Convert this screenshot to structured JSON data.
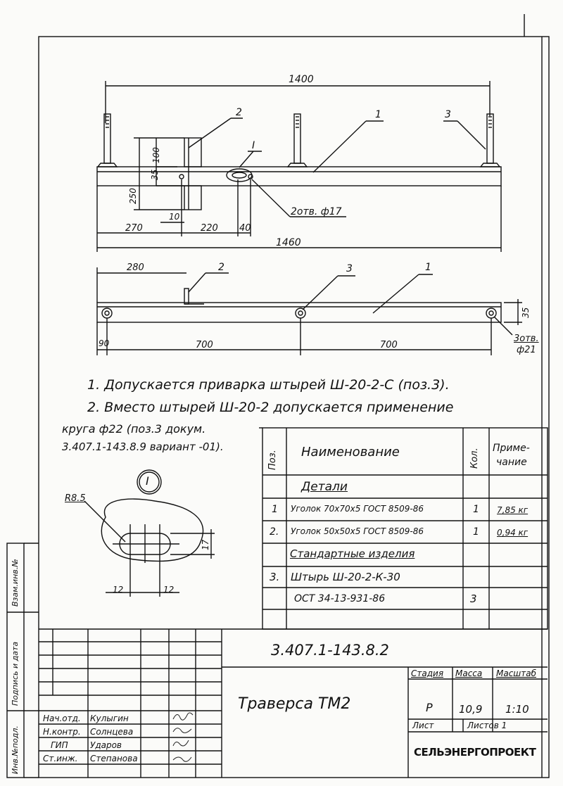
{
  "drawing": {
    "top_view": {
      "overall_length": "1400",
      "pos_labels": [
        "2",
        "1",
        "3"
      ],
      "detail_label": "I",
      "dim_height_100": "100",
      "dim_35": "35",
      "dim_250": "250",
      "dim_10": "10",
      "dim_270": "270",
      "dim_220": "220",
      "dim_40": "40",
      "dim_1460": "1460",
      "holes_note": "2отв. ф17"
    },
    "side_view": {
      "dim_280": "280",
      "pos_labels": [
        "2",
        "3",
        "1"
      ],
      "dim_35": "35",
      "dim_90": "90",
      "dim_700a": "700",
      "dim_700b": "700",
      "holes_note_1": "3отв.",
      "holes_note_2": "ф21"
    },
    "detail": {
      "circle_label": "I",
      "radius": "R8.5",
      "dim_17": "17",
      "dim_12a": "12",
      "dim_12b": "12"
    }
  },
  "notes": {
    "line1": "1. Допускается приварка штырей Ш-20-2-С (поз.3).",
    "line2": "2. Вместо штырей Ш-20-2 допускается применение",
    "line3": "круга ф22 (поз.3 докум.",
    "line4": "3.407.1-143.8.9 вариант -01)."
  },
  "spec_table": {
    "headers": {
      "pos": "Поз.",
      "name": "Наименование",
      "qty": "Кол.",
      "note": "Приме-чание",
      "note_line1": "Приме-",
      "note_line2": "чание"
    },
    "section_details": "Детали",
    "rows": [
      {
        "pos": "1",
        "name": "Уголок 70х70х5 ГОСТ 8509-86",
        "qty": "1",
        "note": "7,85 кг"
      },
      {
        "pos": "2.",
        "name": "Уголок 50х50х5 ГОСТ 8509-86",
        "qty": "1",
        "note": "0,94 кг"
      }
    ],
    "section_standard": "Стандартные изделия",
    "std_rows": [
      {
        "pos": "3.",
        "name": "Штырь Ш-20-2-К-30",
        "qty": "",
        "note": ""
      },
      {
        "pos": "",
        "name": "ОСТ 34-13-931-86",
        "qty": "3",
        "note": ""
      }
    ]
  },
  "title_block": {
    "doc_number": "3.407.1-143.8.2",
    "title": "Траверса ТМ2",
    "stage_label": "Стадия",
    "mass_label": "Масса",
    "scale_label": "Масштаб",
    "stage": "Р",
    "mass": "10,9",
    "scale": "1:10",
    "sheet_label": "Лист",
    "sheets_label": "Листов 1",
    "org": "СЕЛЬЭНЕРГОПРОЕКТ",
    "people": [
      {
        "role": "Нач.отд.",
        "name": "Кулыгин"
      },
      {
        "role": "Н.контр.",
        "name": "Солнцева"
      },
      {
        "role": "ГИП",
        "name": "Ударов"
      },
      {
        "role": "Ст.инж.",
        "name": "Степанова"
      }
    ]
  },
  "side_strip": {
    "inv_orig": "Инв.№подл.",
    "sign_date": "Подпись и дата",
    "inv_replace": "Взам.инв.№"
  }
}
